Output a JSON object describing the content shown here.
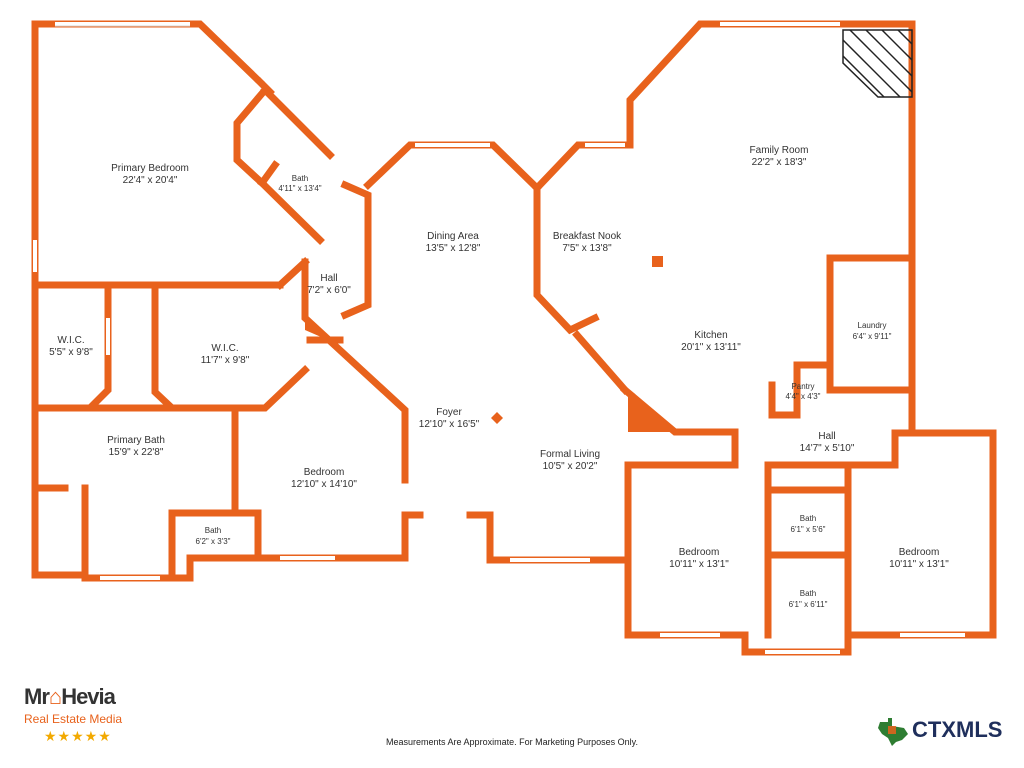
{
  "rooms": [
    {
      "name": "Primary Bedroom",
      "dim": "22'4\" x 20'4\""
    },
    {
      "name": "Bath",
      "dim": "4'11\" x 13'4\""
    },
    {
      "name": "Hall",
      "dim": "7'2\" x 6'0\""
    },
    {
      "name": "Dining Area",
      "dim": "13'5\" x 12'8\""
    },
    {
      "name": "Breakfast Nook",
      "dim": "7'5\" x 13'8\""
    },
    {
      "name": "Family Room",
      "dim": "22'2\" x 18'3\""
    },
    {
      "name": "W.I.C.",
      "dim": "5'5\" x 9'8\""
    },
    {
      "name": "W.I.C.",
      "dim": "11'7\" x 9'8\""
    },
    {
      "name": "Kitchen",
      "dim": "20'1\" x 13'11\""
    },
    {
      "name": "Laundry",
      "dim": "6'4\" x 9'11\""
    },
    {
      "name": "Pantry",
      "dim": "4'4\" x 4'3\""
    },
    {
      "name": "Foyer",
      "dim": "12'10\" x 16'5\""
    },
    {
      "name": "Primary Bath",
      "dim": "15'9\" x 22'8\""
    },
    {
      "name": "Bedroom",
      "dim": "12'10\" x 14'10\""
    },
    {
      "name": "Formal Living",
      "dim": "10'5\" x 20'2\""
    },
    {
      "name": "Hall",
      "dim": "14'7\" x 5'10\""
    },
    {
      "name": "Bath",
      "dim": "6'2\" x 3'3\""
    },
    {
      "name": "Bedroom",
      "dim": "10'11\" x 13'1\""
    },
    {
      "name": "Bath",
      "dim": "6'1\" x 5'6\""
    },
    {
      "name": "Bedroom",
      "dim": "10'11\" x 13'1\""
    },
    {
      "name": "Bath",
      "dim": "6'1\" x 6'11\""
    }
  ],
  "footer": {
    "note": "Measurements Are Approximate. For Marketing Purposes Only."
  },
  "logo_left": {
    "brand_a": "Mr",
    "brand_b": "Hevia",
    "sub": "Real Estate Media",
    "stars": "★★★★★"
  },
  "logo_right": {
    "text": "CTXMLS"
  },
  "colors": {
    "wall": "#e8621c",
    "text": "#333333",
    "mls": "#1f2f5c",
    "stars": "#f2a900"
  }
}
